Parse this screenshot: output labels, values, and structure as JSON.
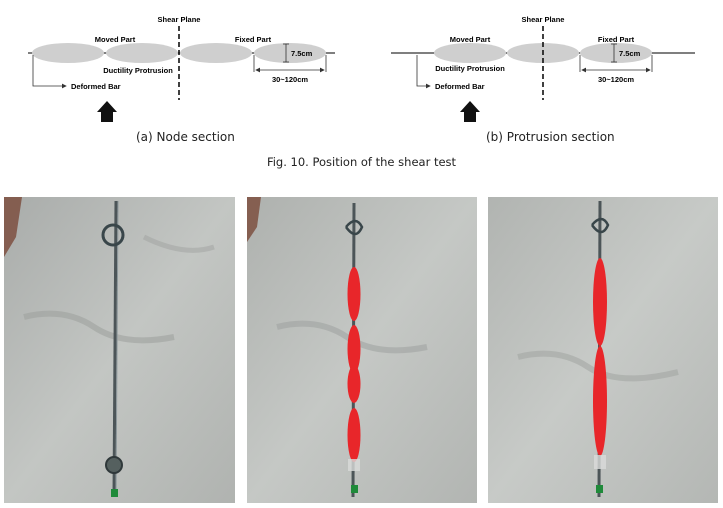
{
  "figure": {
    "caption": "Fig. 10. Position of the shear test",
    "panels": [
      {
        "id": "a",
        "caption": "(a)  Node  section",
        "labels": {
          "shear_plane": "Shear Plane",
          "moved_part": "Moved Part",
          "fixed_part": "Fixed Part",
          "ductility_protrusion": "Ductility Protrusion",
          "deformed_bar": "Deformed Bar",
          "height": "7.5cm",
          "length": "30~120cm"
        }
      },
      {
        "id": "b",
        "caption": "(b)  Protrusion  section",
        "labels": {
          "shear_plane": "Shear Plane",
          "moved_part": "Moved Part",
          "fixed_part": "Fixed Part",
          "ductility_protrusion": "Ductility Protrusion",
          "deformed_bar": "Deformed Bar",
          "height": "7.5cm",
          "length": "30~120cm"
        }
      }
    ]
  },
  "photos": [
    {
      "name": "bare-deformed-bar"
    },
    {
      "name": "bar-with-red-protrusions-node"
    },
    {
      "name": "bar-with-red-protrusions-continuous"
    }
  ],
  "colors": {
    "ellipse_fill": "#cfcfcf",
    "protrusion_red": "#e8262a",
    "concrete_floor": "#b8bbb8"
  }
}
